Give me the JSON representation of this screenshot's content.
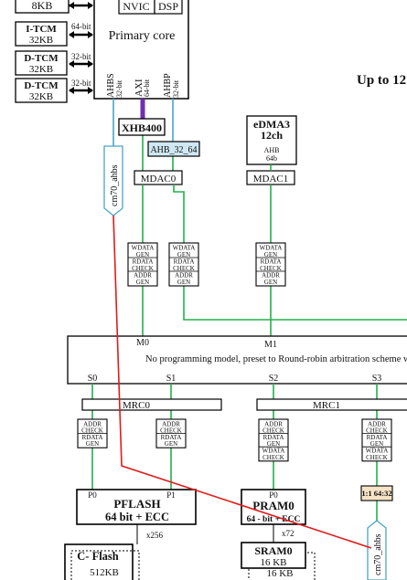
{
  "memories_left": {
    "top_cut": "8KB",
    "itcm": {
      "name": "I-TCM",
      "size": "32KB",
      "bus": "64-bit"
    },
    "dtcm0": {
      "name": "D-TCM",
      "size": "32KB",
      "bus": "32-bit"
    },
    "dtcm1": {
      "name": "D-TCM",
      "size": "32KB",
      "bus": "32-bit"
    }
  },
  "core": {
    "title": "Primary core",
    "nvic": "NVIC",
    "dsp": "DSP",
    "ports": {
      "ahbs": "AHBS",
      "ahbs_width": "32-bit",
      "axi": "AXI",
      "axi_width": "64-bit",
      "ahbp": "AHBP",
      "ahbp_width": "32-bit"
    }
  },
  "heading_right": "Up to 12",
  "bridges": {
    "xhb": "XHB400",
    "ahb_32_64": "AHB_32_64",
    "mdac0": "MDAC0",
    "mdac1": "MDAC1"
  },
  "edma": {
    "title": "eDMA3",
    "channels": "12ch",
    "bus": "AHB",
    "bus_width": "64b"
  },
  "cm70_tag": "cm70_ahbs",
  "gen_block_lines": [
    "WDATA",
    "GEN",
    "RDATA",
    "CHECK",
    "ADDR",
    "GEN"
  ],
  "check_block_a": [
    "ADDR",
    "CHECK",
    "RDATA",
    "GEN"
  ],
  "check_block_b": [
    "ADDR",
    "CHECK",
    "RDATA",
    "GEN",
    "WDATA",
    "CHECK"
  ],
  "crossbar": {
    "m0": "M0",
    "m1": "M1",
    "description": "No programming model, preset to Round-robin arbitration scheme wit",
    "s0": "S0",
    "s1": "S1",
    "s2": "S2",
    "s3": "S3"
  },
  "mrc": {
    "mrc0": "MRC0",
    "mrc1": "MRC1"
  },
  "ratio_tag": "1:1 64:32",
  "pflash": {
    "p0": "P0",
    "p1": "P1",
    "name": "PFLASH",
    "detail": "64  bit + ECC",
    "mult": "x256"
  },
  "pram": {
    "p0": "P0",
    "name": "PRAM0",
    "detail": "64 - bit + ECC",
    "mult": "x72"
  },
  "cflash": {
    "name": "C- Flash",
    "size": "512KB"
  },
  "sram": {
    "name": "SRAM0",
    "size": "16 KB",
    "size2": "16 KB"
  },
  "colors": {
    "green": "#22b04a",
    "blue": "#4aa3c8",
    "purple": "#6e2fb0",
    "red": "#e01b1b",
    "ahb_fill": "#cfe8f3",
    "ratio_fill": "#f6e3c6"
  }
}
